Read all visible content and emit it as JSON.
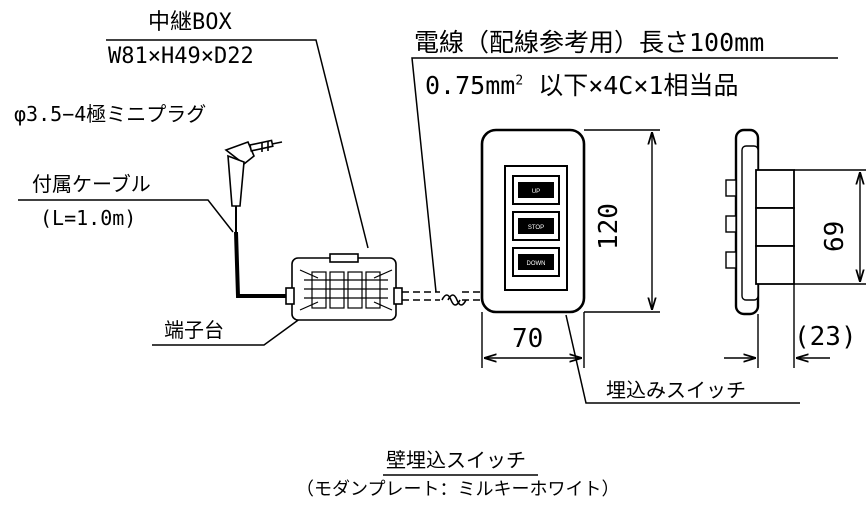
{
  "relay_box": {
    "title": "中継BOX",
    "dimensions": "W81×H49×D22"
  },
  "plug": {
    "label": "φ3.5−4極ミニプラグ"
  },
  "cable": {
    "label": "付属ケーブル",
    "length": "(L=1.0m)"
  },
  "terminal": {
    "label": "端子台"
  },
  "wire": {
    "label_line1": "電線（配線参考用）長さ100mm",
    "label_line2_prefix": "0.75mm",
    "label_line2_sup": "2",
    "label_line2_suffix": " 以下×4C×1相当品"
  },
  "switch": {
    "height": "120",
    "width": "70",
    "depth": "(23)",
    "button_height": "69",
    "label": "埋込みスイッチ",
    "buttons": [
      "UP",
      "STOP",
      "DOWN"
    ]
  },
  "caption": {
    "title": "壁埋込スイッチ",
    "subtitle": "（モダンプレート：ミルキーホワイト）"
  }
}
